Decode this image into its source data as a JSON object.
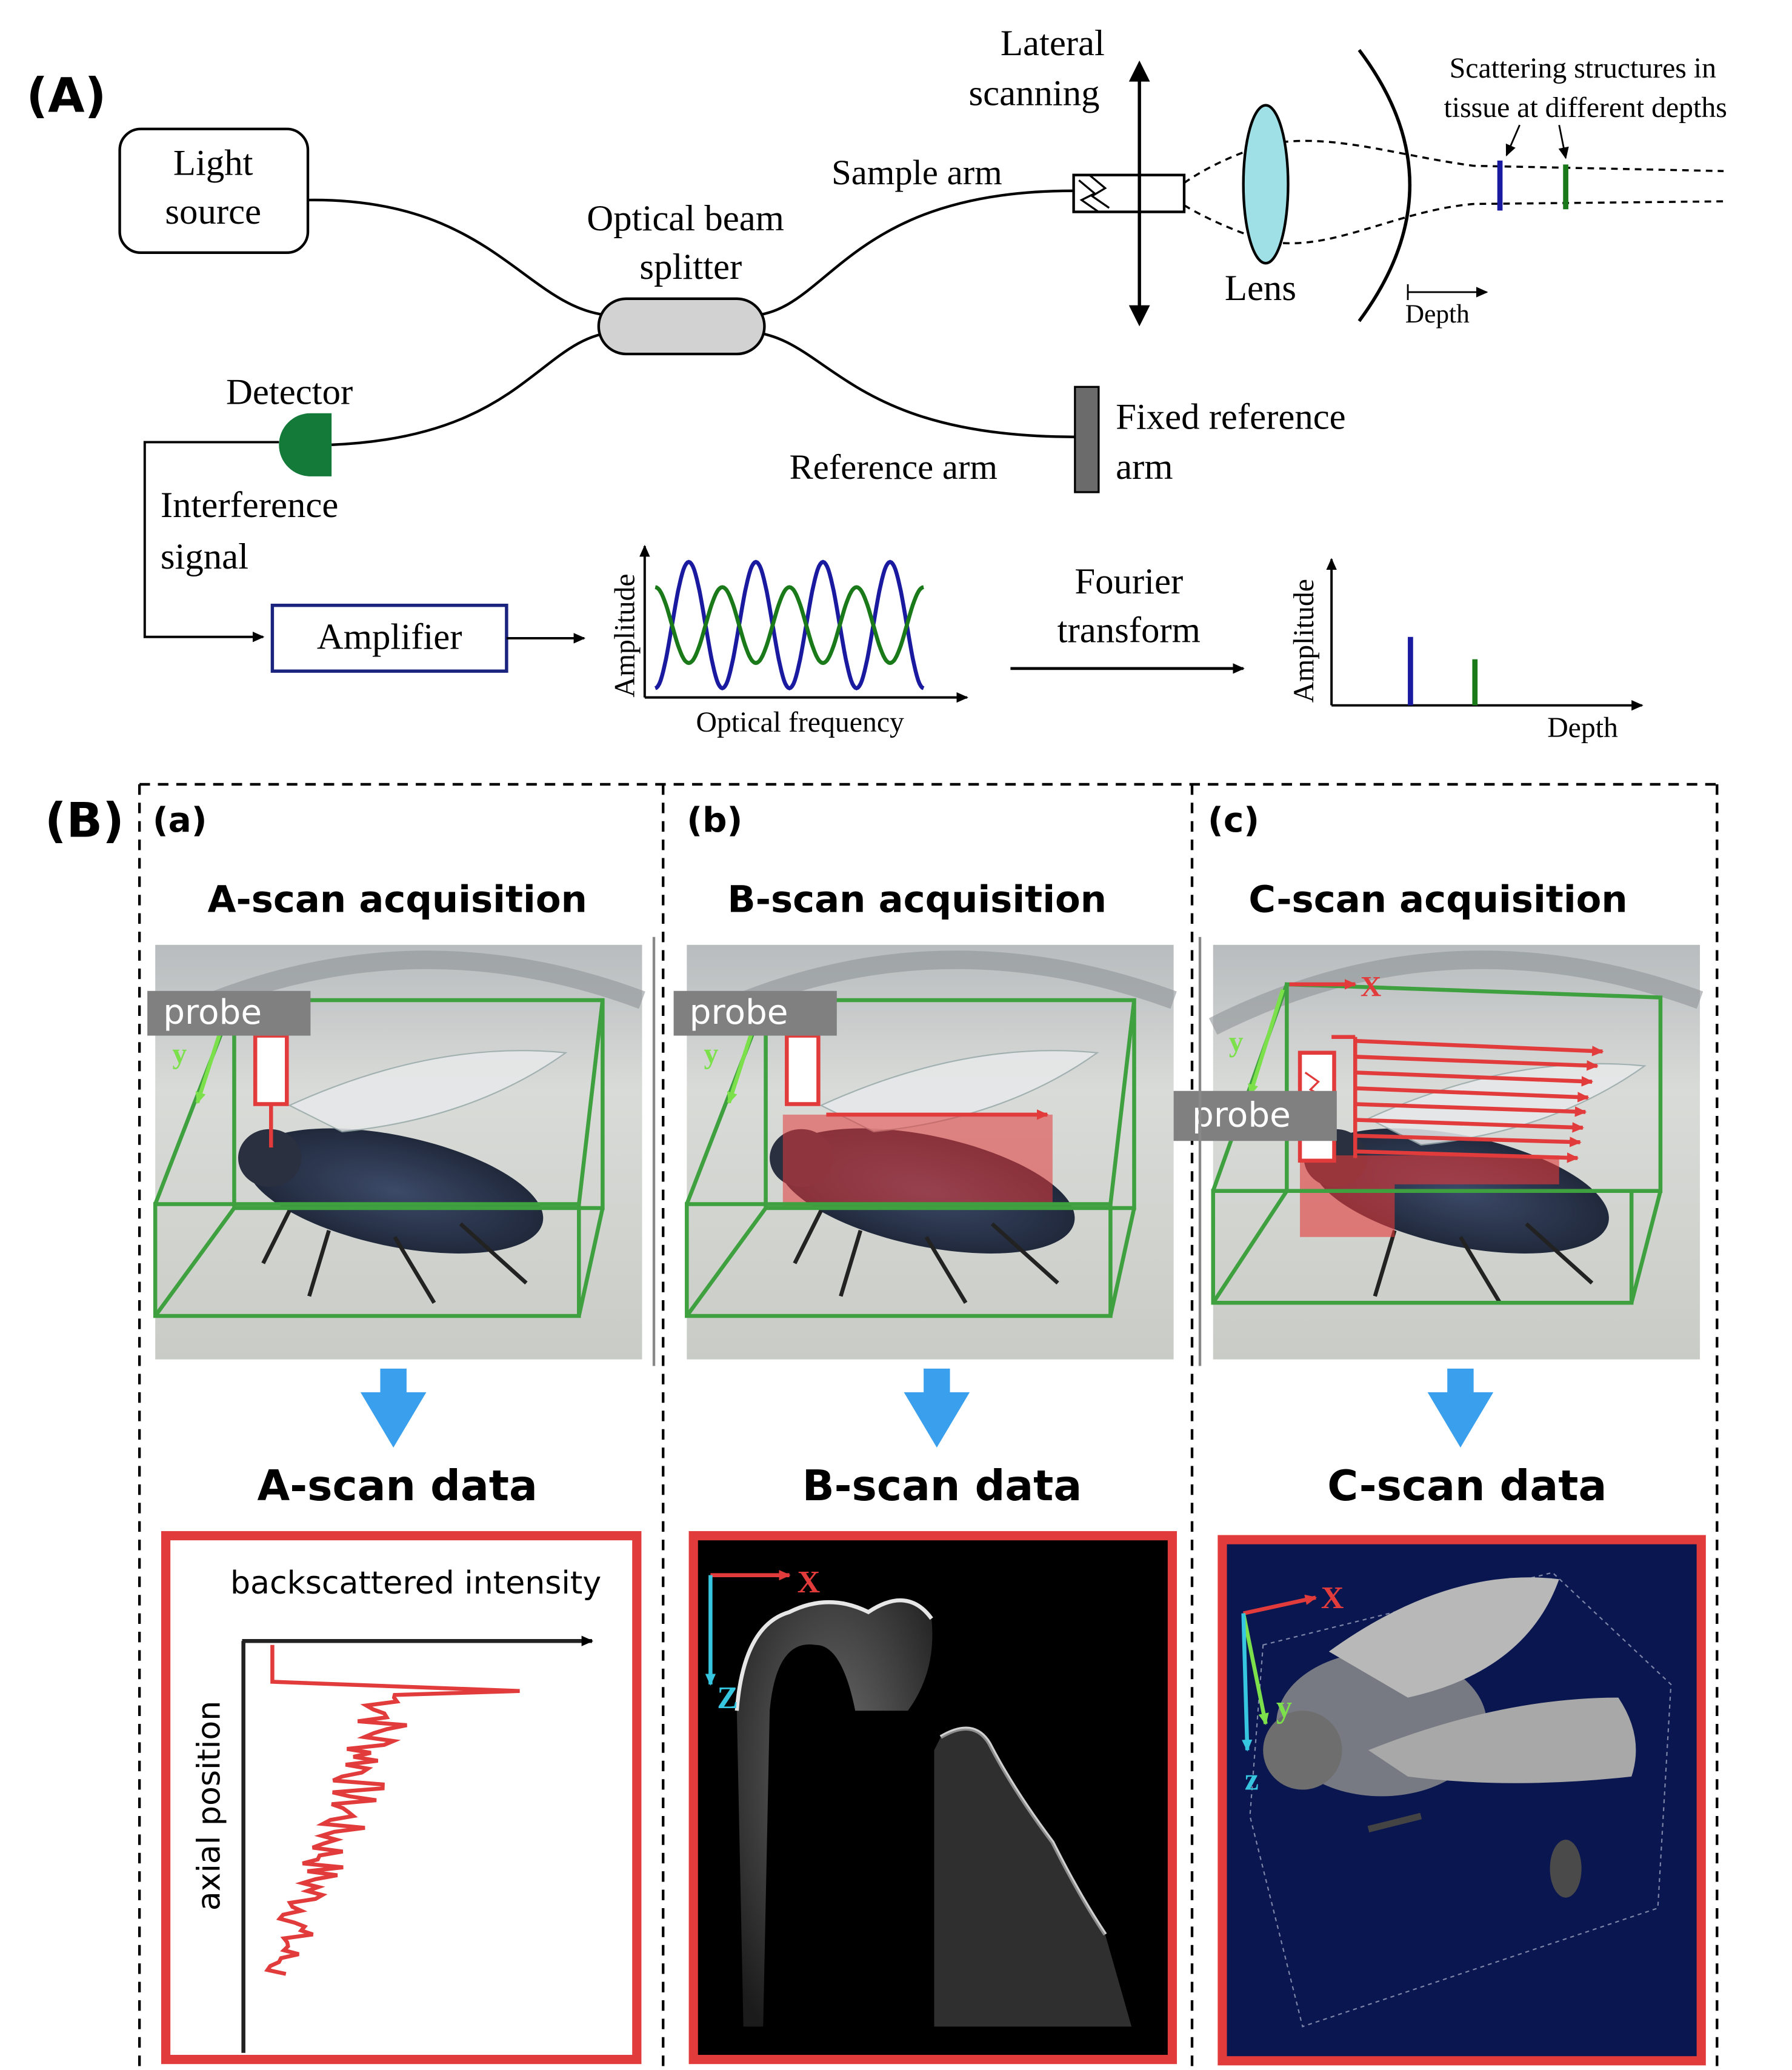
{
  "part_a": {
    "label": "(A)",
    "light_source": [
      "Light",
      "source"
    ],
    "splitter": [
      "Optical beam",
      "splitter"
    ],
    "sample_arm": "Sample arm",
    "lateral_scanning": [
      "Lateral",
      "scanning"
    ],
    "lens": "Lens",
    "scattering": [
      "Scattering structures in",
      "tissue at different depths"
    ],
    "depth_small": "Depth",
    "detector": "Detector",
    "interference": [
      "Interference",
      "signal"
    ],
    "reference_arm": "Reference arm",
    "fixed_reference": [
      "Fixed reference",
      "arm"
    ],
    "amplifier": "Amplifier",
    "amplitude_1": "Amplitude",
    "optical_frequency": "Optical frequency",
    "fourier": [
      "Fourier",
      "transform"
    ],
    "amplitude_2": "Amplitude",
    "depth_axis": "Depth",
    "colors": {
      "blue": "#1a1aa0",
      "green": "#1a7a1a",
      "detector": "#137a3a",
      "lens": "#9fe0e6"
    }
  },
  "part_b": {
    "label": "(B)",
    "panels": [
      {
        "letter": "(a)",
        "acq_title": "A-scan acquisition",
        "probe": "probe",
        "axis_y": "y",
        "data_title": "A-scan data",
        "plot_title": "backscattered intensity",
        "plot_ylabel": "axial position"
      },
      {
        "letter": "(b)",
        "acq_title": "B-scan acquisition",
        "probe": "probe",
        "axis_y": "y",
        "data_title": "B-scan data",
        "axis_x": "X",
        "axis_z": "Z"
      },
      {
        "letter": "(c)",
        "acq_title": "C-scan acquisition",
        "probe": "probe",
        "axis_x": "X",
        "axis_y": "y",
        "data_title": "C-scan data",
        "img_x": "X",
        "img_y": "y",
        "img_z": "z"
      }
    ],
    "colors": {
      "frame": "#e23b3b",
      "box": "#3fa03f",
      "arrow": "#3aa0ee",
      "probe_bg": "#808080",
      "scan": "#e23b3b"
    }
  }
}
